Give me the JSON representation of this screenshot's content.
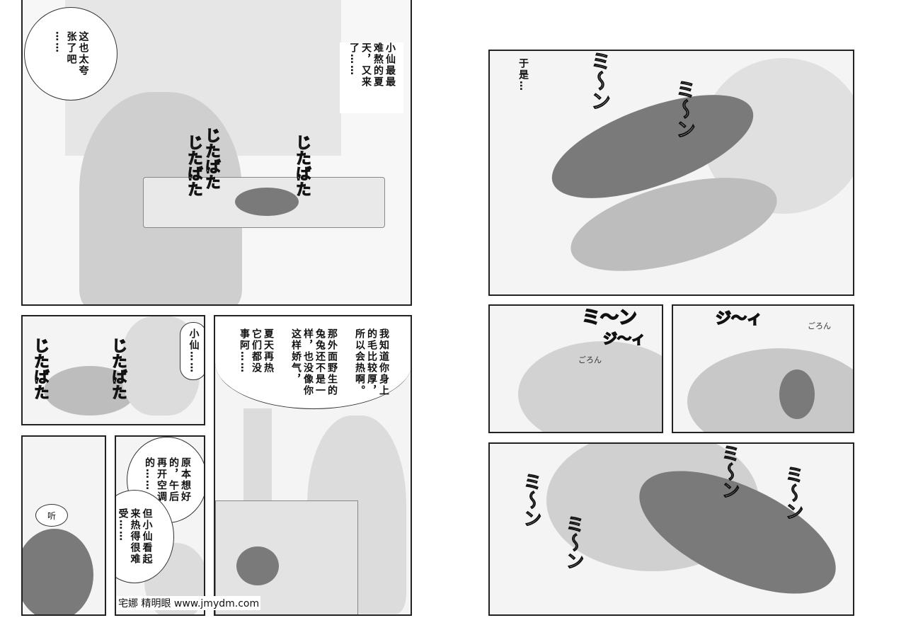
{
  "left_page": {
    "panel1": {
      "bubble": "这也太夸\n张了吧\n……",
      "narration": "小仙最最\n难熬的夏\n天，又来\n了……",
      "sfx": [
        "じたばた",
        "じたばた",
        "じたばた"
      ]
    },
    "panel2": {
      "bubble": "小仙……",
      "sfx": [
        "じたばた",
        "じたばた"
      ]
    },
    "panel3": {
      "bubbles": [
        "我知道你身上\n的毛比较厚，\n所以会热啊。",
        "那外面野生的\n兔兔还不是一\n样，也没像你\n这样娇气，",
        "夏天再热\n它们都没\n事阿……"
      ]
    },
    "panel4": {
      "sfx": "听"
    },
    "panel5": {
      "bubbles": [
        "原本想好\n的，午后\n再开空调\n的……",
        "但小仙看起\n来热得很难\n受……"
      ]
    },
    "watermark": "宅娜 精明眼 www.jmydm.com"
  },
  "right_page": {
    "panel1": {
      "narration": "于是…",
      "sfx": [
        "ミ〜ン",
        "ミ〜ン"
      ]
    },
    "panel2": {
      "sfx": [
        "ミ〜ン",
        "ジ〜ィ",
        "ごろん"
      ]
    },
    "panel3": {
      "sfx": [
        "ジ〜ィ",
        "ごろん"
      ]
    },
    "panel4": {
      "sfx": [
        "ミ〜ン",
        "ミ〜ン",
        "ミ〜ン",
        "ミ〜ン"
      ]
    }
  }
}
